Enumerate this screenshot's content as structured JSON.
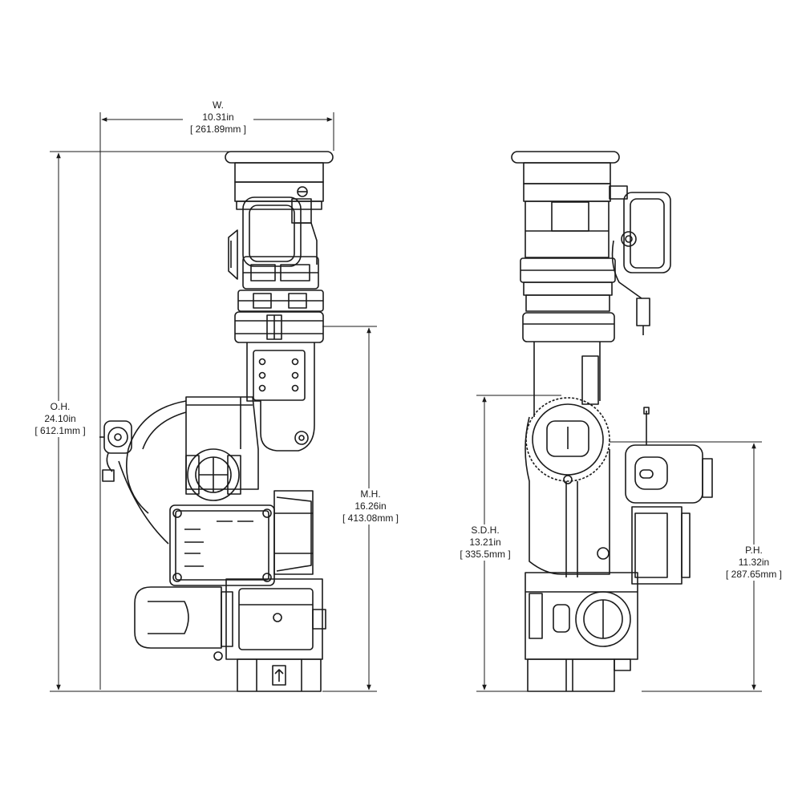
{
  "dimensions": {
    "width": {
      "name": "W.",
      "imperial": "10.31in",
      "metric": "261.89mm"
    },
    "overall": {
      "name": "O.H.",
      "imperial": "24.10in",
      "metric": "612.1mm"
    },
    "monitor": {
      "name": "M.H.",
      "imperial": "16.26in",
      "metric": "413.08mm"
    },
    "sdh": {
      "name": "S.D.H.",
      "imperial": "13.21in",
      "metric": "335.5mm"
    },
    "ph": {
      "name": "P.H.",
      "imperial": "11.32in",
      "metric": "287.65mm"
    }
  }
}
